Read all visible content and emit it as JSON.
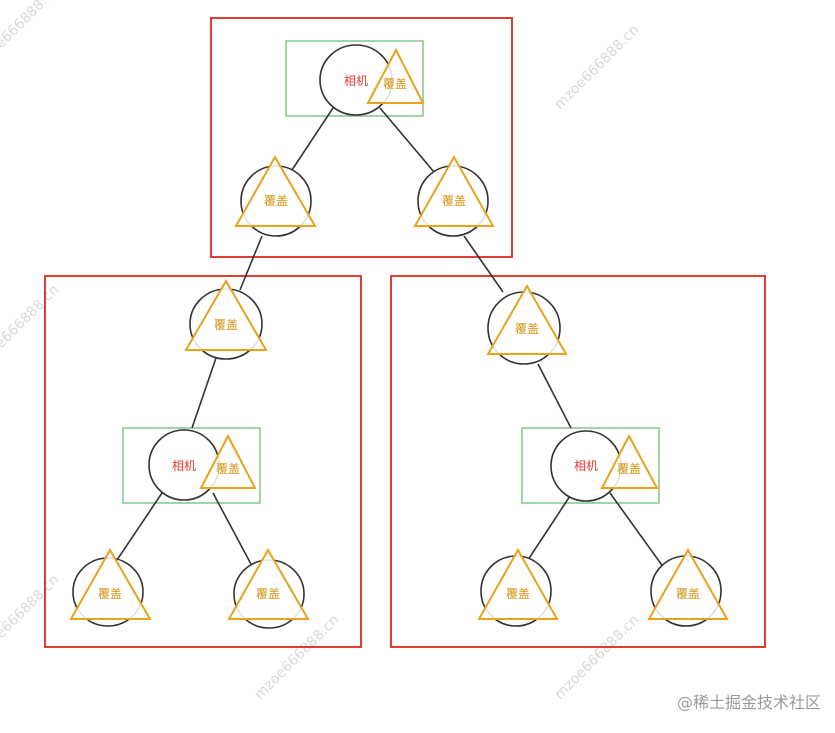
{
  "colors": {
    "region_border": "#e03c31",
    "camera_box": "#82c785",
    "node_stroke": "#333333",
    "triangle": "#e8a21c",
    "camera_text": "#e03c31",
    "cover_text": "#d4930f",
    "edge": "#333333"
  },
  "labels": {
    "camera": "相机",
    "cover": "覆盖"
  },
  "watermark": "mzoe666888.cn",
  "credit": "@稀土掘金技术社区"
}
